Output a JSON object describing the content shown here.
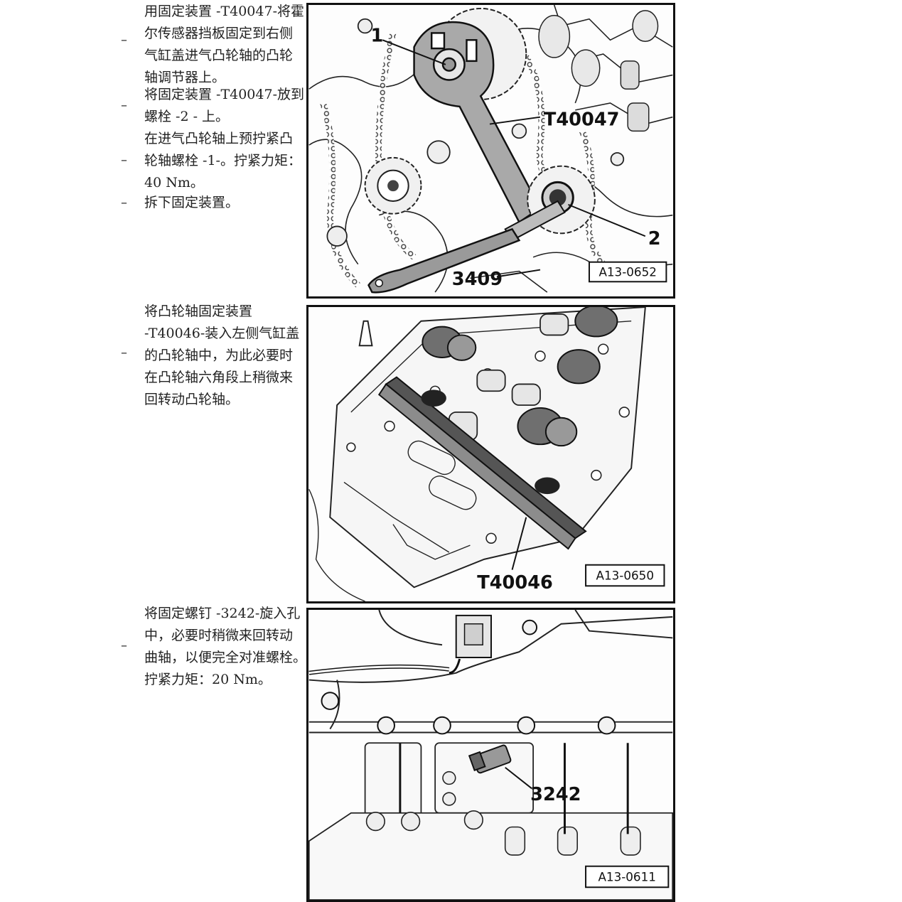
{
  "steps": [
    {
      "bullet": "–",
      "lines": [
        "用固定装置 -T40047-将霍",
        "尔传感器挡板固定到右侧",
        "气缸盖进气凸轮轴的凸轮",
        "轴调节器上。"
      ]
    },
    {
      "bullet": "–",
      "lines": [
        "将固定装置 -T40047-放到",
        "螺栓 -2 - 上。"
      ]
    },
    {
      "bullet": "–",
      "lines": [
        "在进气凸轮轴上预拧紧凸",
        "轮轴螺栓 -1-。拧紧力矩：",
        "40 Nm。"
      ]
    },
    {
      "bullet": "–",
      "lines": [
        "拆下固定装置。"
      ]
    },
    {
      "bullet": "–",
      "lines": [
        "将凸轮轴固定装置",
        "-T40046-装入左侧气缸盖",
        "的凸轮轴中，为此必要时",
        "在凸轮轴六角段上稍微来",
        "回转动凸轮轴。"
      ]
    },
    {
      "bullet": "–",
      "lines": [
        "将固定螺钉 -3242-旋入孔",
        "中，必要时稍微来回转动",
        "曲轴，以便完全对准螺栓。",
        "拧紧力矩：20 Nm。"
      ]
    }
  ],
  "figures": [
    {
      "id": "A13-0652",
      "labels": {
        "one": "1",
        "two": "2",
        "tool_a": "T40047",
        "tool_b": "3409"
      }
    },
    {
      "id": "A13-0650",
      "labels": {
        "tool": "T40046"
      }
    },
    {
      "id": "A13-0611",
      "labels": {
        "tool": "3242"
      }
    }
  ]
}
